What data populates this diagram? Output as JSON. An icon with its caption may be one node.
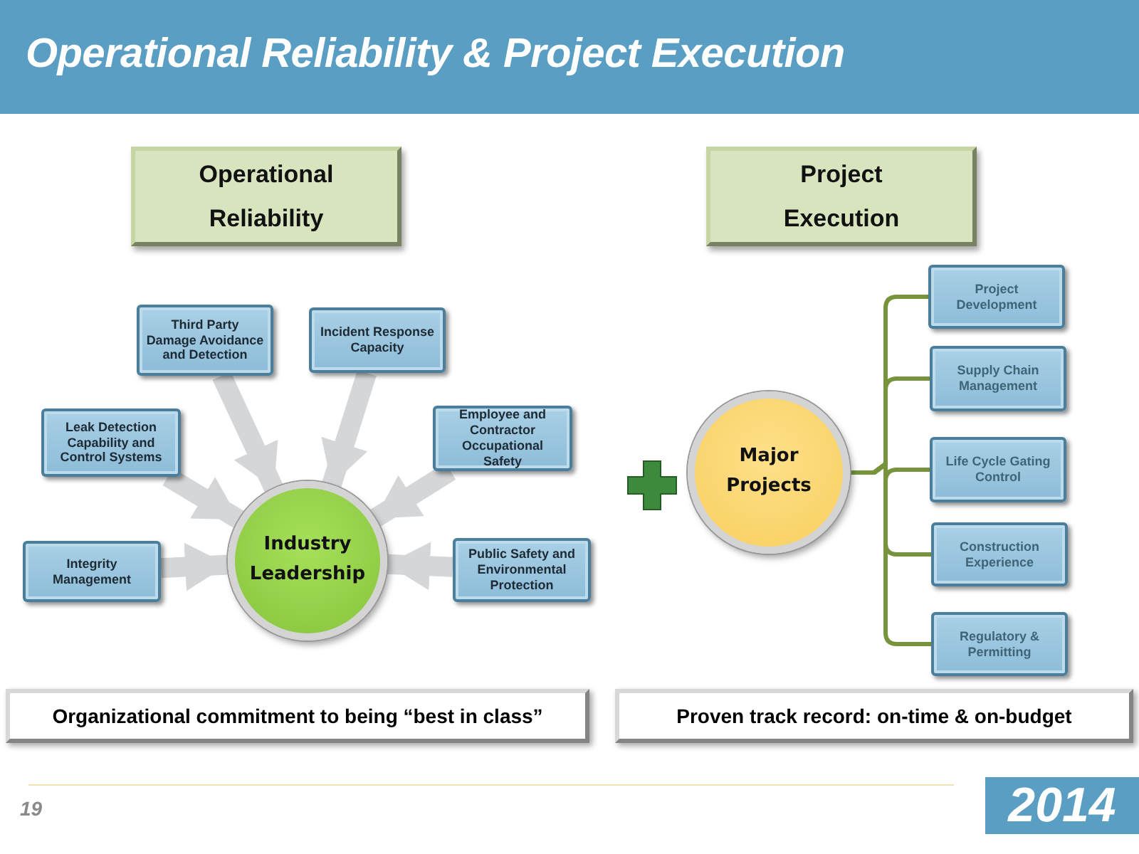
{
  "diagram": {
    "title": "Operational Reliability & Project Execution",
    "nodes": [
      {
        "text": [
          "Operational Reliability"
        ]
      },
      {
        "text": [
          "Project Execution"
        ]
      },
      {
        "text": [
          "Third Party Damage Avoidance and Detection"
        ]
      },
      {
        "text": [
          "Incident Response Capacity"
        ]
      },
      {
        "text": [
          "Leak Detection Capability and Control Systems"
        ]
      },
      {
        "text": [
          "Employee and Contractor Occupational Safety"
        ]
      },
      {
        "text": [
          "Integrity Management"
        ]
      },
      {
        "text": [
          "Public Safety and Environmental Protection"
        ]
      },
      {
        "text": [
          "Industry Leadership"
        ]
      },
      {
        "text": [
          "Major Projects"
        ]
      },
      {
        "text": [
          "Project Development"
        ]
      },
      {
        "text": [
          "Supply Chain Management"
        ]
      },
      {
        "text": [
          "Life Cycle Gating Control"
        ]
      },
      {
        "text": [
          "Construction Experience"
        ]
      },
      {
        "text": [
          "Regulatory & Permitting"
        ]
      },
      {
        "text": [
          "Organizational commitment to being “best in class”"
        ]
      },
      {
        "text": [
          "Proven track record: on-time & on-budget"
        ]
      }
    ],
    "edges": [
      {
        "from": 2,
        "to": 8,
        "arrow": "to"
      },
      {
        "from": 3,
        "to": 8,
        "arrow": "to"
      },
      {
        "from": 4,
        "to": 8,
        "arrow": "to"
      },
      {
        "from": 5,
        "to": 8,
        "arrow": "to"
      },
      {
        "from": 6,
        "to": 8,
        "arrow": "to"
      },
      {
        "from": 7,
        "to": 8,
        "arrow": "to"
      },
      {
        "from": 9,
        "to": 10,
        "arrow": "none",
        "color": "#77933c"
      },
      {
        "from": 9,
        "to": 11,
        "arrow": "none",
        "color": "#77933c"
      },
      {
        "from": 9,
        "to": 12,
        "arrow": "none",
        "color": "#77933c"
      },
      {
        "from": 9,
        "to": 13,
        "arrow": "none",
        "color": "#77933c"
      },
      {
        "from": 9,
        "to": 14,
        "arrow": "none",
        "color": "#77933c"
      }
    ],
    "labels": [
      "19",
      "2014"
    ]
  }
}
